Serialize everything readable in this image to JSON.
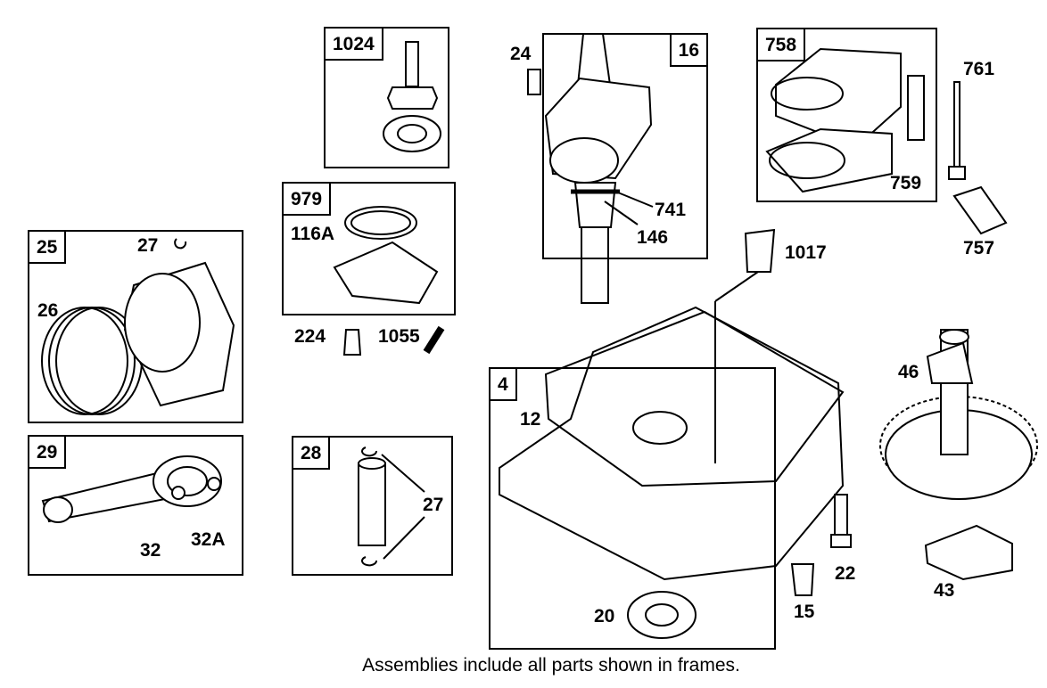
{
  "frames": {
    "f1024": "1024",
    "f16": "16",
    "f758": "758",
    "f979": "979",
    "f25": "25",
    "f29": "29",
    "f28": "28",
    "f4": "4"
  },
  "labels": {
    "l24": "24",
    "l761": "761",
    "l759": "759",
    "l741": "741",
    "l146": "146",
    "l116A": "116A",
    "l27a": "27",
    "l26": "26",
    "l224": "224",
    "l1055": "1055",
    "l1017": "1017",
    "l757": "757",
    "l46": "46",
    "l12": "12",
    "l27b": "27",
    "l32": "32",
    "l32A": "32A",
    "l22": "22",
    "l15": "15",
    "l20": "20",
    "l43": "43"
  },
  "footer": "Assemblies include all parts shown in frames."
}
